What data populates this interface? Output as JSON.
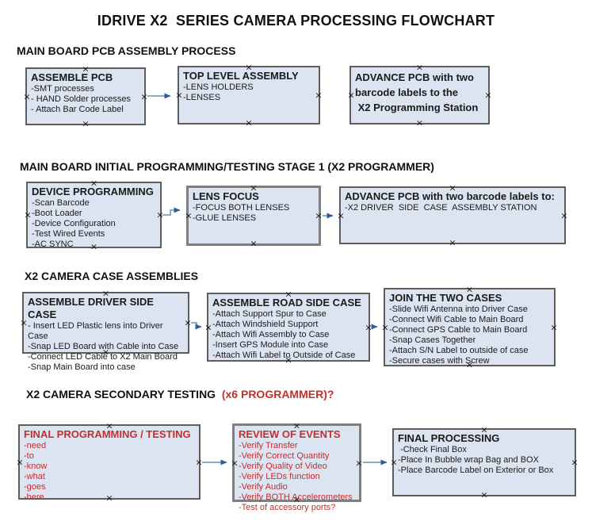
{
  "title": "IDRIVE X2  SERIES CAMERA PROCESSING FLOWCHART",
  "colors": {
    "box_fill": "#dce4f1",
    "box_border": "#5d5d5d",
    "box_border_thick": "#7f7f7f",
    "red_text": "#c22f2f",
    "arrow_line": "#8fa9c9",
    "arrow_head": "#2e5d9b"
  },
  "sections": [
    {
      "header": "MAIN BOARD PCB ASSEMBLY PROCESS",
      "boxes": [
        {
          "title": "ASSEMBLE PCB",
          "items": [
            "-SMT processes",
            "- HAND Solder processes",
            "- Attach Bar Code Label"
          ]
        },
        {
          "title": "TOP LEVEL ASSEMBLY",
          "items": [
            "-LENS HOLDERS",
            "-LENSES"
          ]
        },
        {
          "title": "ADVANCE PCB with two",
          "items": [
            "barcode labels to the",
            " X2 Programming Station"
          ]
        }
      ]
    },
    {
      "header": "MAIN BOARD INITIAL PROGRAMMING/TESTING STAGE 1 (X2 PROGRAMMER)",
      "boxes": [
        {
          "title": "DEVICE PROGRAMMING",
          "items": [
            "-Scan Barcode",
            "-Boot Loader",
            "-Device Configuration",
            "-Test Wired Events",
            "-AC SYNC"
          ]
        },
        {
          "title": "LENS FOCUS",
          "items": [
            "-FOCUS BOTH LENSES",
            "-GLUE LENSES"
          ]
        },
        {
          "title": "ADVANCE PCB with two barcode labels to:",
          "items": [
            "-X2 DRIVER  SIDE  CASE  ASSEMBLY STATION"
          ]
        }
      ]
    },
    {
      "header": "X2 CAMERA CASE ASSEMBLIES",
      "boxes": [
        {
          "title": "ASSEMBLE DRIVER SIDE CASE",
          "items": [
            "- Insert LED Plastic lens into Driver Case",
            "-Snap LED Board with Cable into Case",
            "-Connect LED Cable to X2 Main Board",
            "-Snap Main Board into case"
          ]
        },
        {
          "title": "ASSEMBLE ROAD SIDE CASE",
          "items": [
            "-Attach Support Spur to Case",
            "-Attach Windshield Support",
            "-Attach Wifi Assembly to Case",
            "-Insert GPS Module into Case",
            "-Attach Wifi Label to Outside of Case"
          ]
        },
        {
          "title": "JOIN THE TWO CASES",
          "items": [
            "-Slide Wifi Antenna into Driver Case",
            "-Connect Wifi Cable to Main Board",
            "-Connect GPS Cable to Main Board",
            "-Snap Cases Together",
            "-Attach S/N Label to outside of case",
            "-Secure cases with Screw"
          ]
        }
      ]
    },
    {
      "header": "X2 CAMERA SECONDARY TESTING",
      "header_suffix": "  (x6 PROGRAMMER)?",
      "boxes": [
        {
          "title": "FINAL PROGRAMMING / TESTING",
          "items": [
            "-need",
            "-to",
            "-know",
            "-what",
            "-goes",
            "-here"
          ]
        },
        {
          "title": "REVIEW OF EVENTS",
          "items": [
            "-Verify Transfer",
            "-Verify Correct Quantity",
            "-Verify Quality of Video",
            "-Verify LEDs function",
            "-Verify Audio",
            "-Verify BOTH Accelerometers",
            "-Test of accessory ports?"
          ]
        },
        {
          "title": "FINAL PROCESSING",
          "items": [
            " -Check Final Box",
            "-Place In Bubble wrap Bag and BOX",
            "-Place Barcode Label on Exterior or Box"
          ]
        }
      ]
    }
  ]
}
